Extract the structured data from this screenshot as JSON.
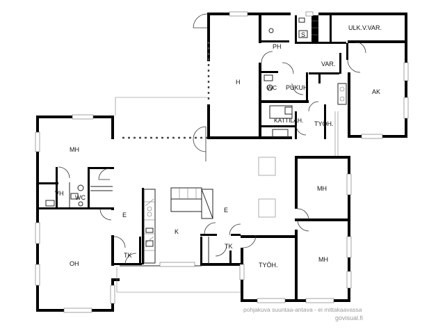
{
  "rooms": {
    "mh_left": "MH",
    "vh": "VH",
    "wc_left": "WC",
    "e_left": "E",
    "oh": "OH",
    "tk_left": "TK",
    "k": "K",
    "e_center": "E",
    "tk_right": "TK",
    "tyoh_bottom": "TYÖH.",
    "mh_right_upper": "MH",
    "mh_right_lower": "MH",
    "h": "H",
    "ph": "PH",
    "s": "S",
    "wc_upper": "WC",
    "pukuh": "PUKUH",
    "kattilah": "KATTILAH.",
    "tyoh_upper": "TYÖH.",
    "var": "VAR.",
    "ulk_v_var": "ULK.V.VAR.",
    "ak": "AK"
  },
  "footer": {
    "caption": "pohjakuva suuntaa-antava - ei mittakaavassa",
    "brand": "govisual.fi"
  }
}
